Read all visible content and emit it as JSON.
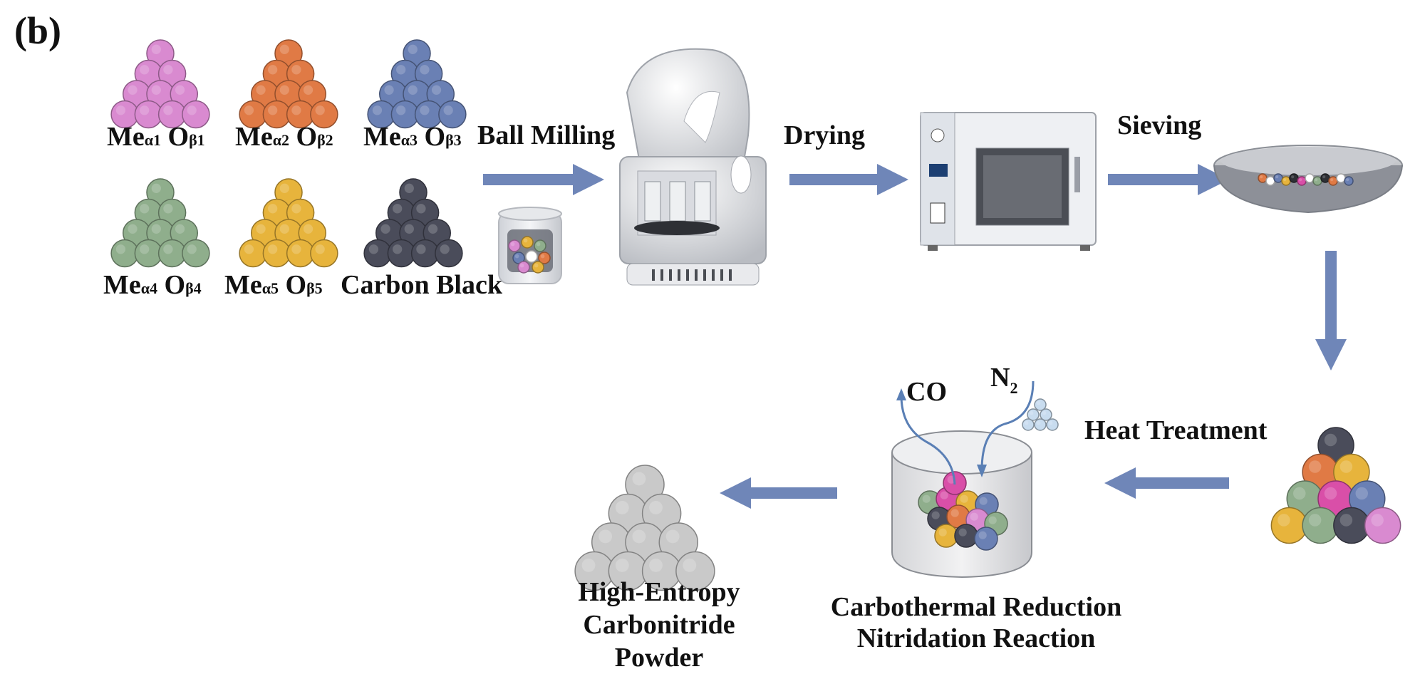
{
  "panel_label": "(b)",
  "oxides": [
    {
      "me": "Me",
      "me_sub": "α1",
      "o": "O",
      "o_sub": "β1",
      "color": "#d98ad0"
    },
    {
      "me": "Me",
      "me_sub": "α2",
      "o": "O",
      "o_sub": "β2",
      "color": "#e07a45"
    },
    {
      "me": "Me",
      "me_sub": "α3",
      "o": "O",
      "o_sub": "β3",
      "color": "#6a80b4"
    },
    {
      "me": "Me",
      "me_sub": "α4",
      "o": "O",
      "o_sub": "β4",
      "color": "#8fae8c"
    },
    {
      "me": "Me",
      "me_sub": "α5",
      "o": "O",
      "o_sub": "β5",
      "color": "#e7b43c"
    }
  ],
  "carbon_black": {
    "label": "Carbon Black",
    "color": "#4a4c5a"
  },
  "steps": {
    "ball_milling": "Ball Milling",
    "drying": "Drying",
    "sieving": "Sieving",
    "heat_treatment": "Heat Treatment"
  },
  "gases": {
    "co": "CO",
    "n2": "N",
    "n2_sub": "2"
  },
  "reaction": {
    "line1": "Carbothermal Reduction",
    "line2": "Nitridation Reaction"
  },
  "product": {
    "line1": "High-Entropy",
    "line2": "Carbonitride",
    "line3": "Powder",
    "color": "#c9c9c9"
  },
  "colors": {
    "arrow": "#6f86b8",
    "gas_arrow": "#5a7fb5"
  }
}
